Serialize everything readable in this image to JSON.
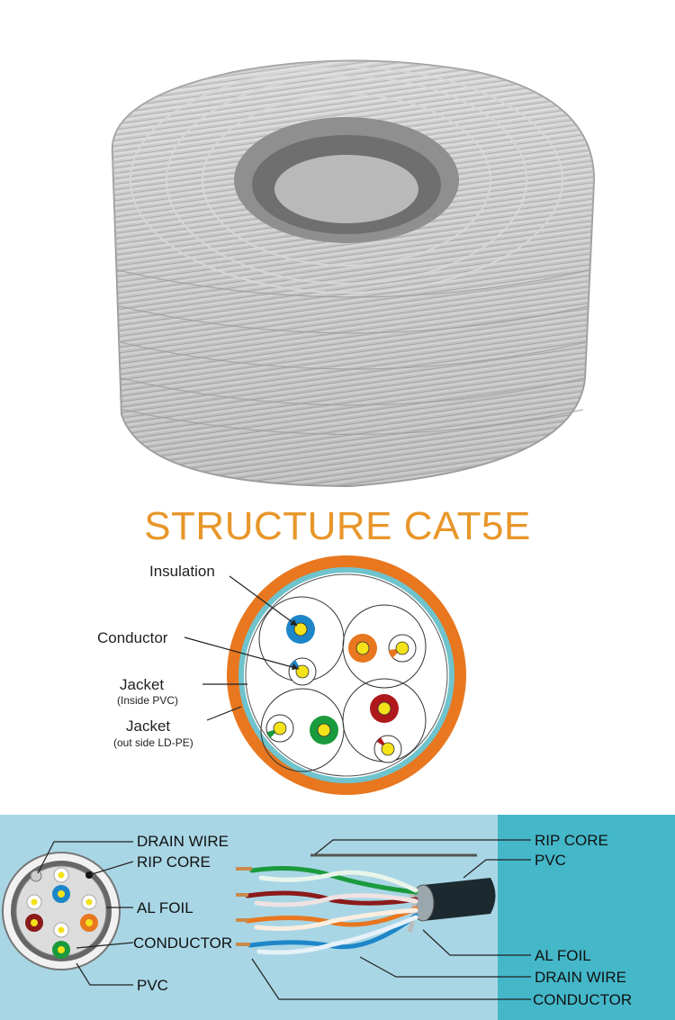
{
  "title": "STRUCTURE CAT5E",
  "structure_labels": {
    "insulation": "Insulation",
    "conductor": "Conductor",
    "jacket_inner": "Jacket",
    "jacket_inner_note": "(Inside PVC)",
    "jacket_outer": "Jacket",
    "jacket_outer_note": "(out side LD-PE)"
  },
  "cross_section_labels": {
    "left": [
      "DRAIN WIRE",
      "RIP CORE",
      "AL FOIL",
      "CONDUCTOR",
      "PVC"
    ],
    "right": [
      "RIP CORE",
      "PVC",
      "AL FOIL",
      "DRAIN WIRE",
      "CONDUCTOR"
    ]
  },
  "colors": {
    "title": "#e8962a",
    "jacket_outer": "#e8771f",
    "jacket_inner": "#6fc3cc",
    "panel_bg": "#a9d6e5",
    "panel_right": "#44b7c9"
  }
}
